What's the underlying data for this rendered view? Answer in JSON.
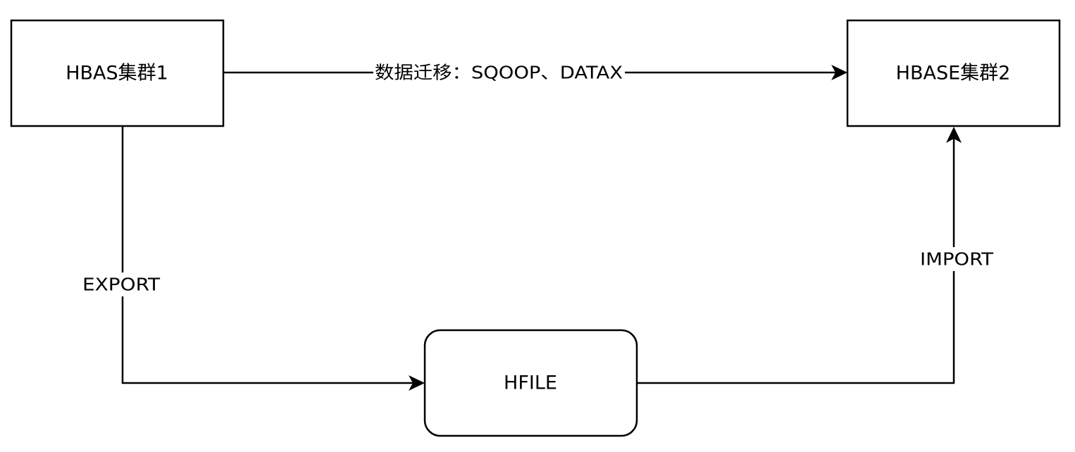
{
  "nodes": {
    "hbase_cluster_1": {
      "label": "HBAS集群1"
    },
    "hbase_cluster_2": {
      "label": "HBASE集群2"
    },
    "hfile": {
      "label": "HFILE"
    }
  },
  "edges": {
    "migration": {
      "label": "数据迁移：SQOOP、DATAX",
      "from": "HBAS集群1",
      "to": "HBASE集群2"
    },
    "export": {
      "label": "EXPORT",
      "from": "HBAS集群1",
      "to": "HFILE"
    },
    "import": {
      "label": "IMPORT",
      "from": "HFILE",
      "to": "HBASE集群2"
    }
  },
  "colors": {
    "stroke": "#000000",
    "background": "#ffffff"
  }
}
